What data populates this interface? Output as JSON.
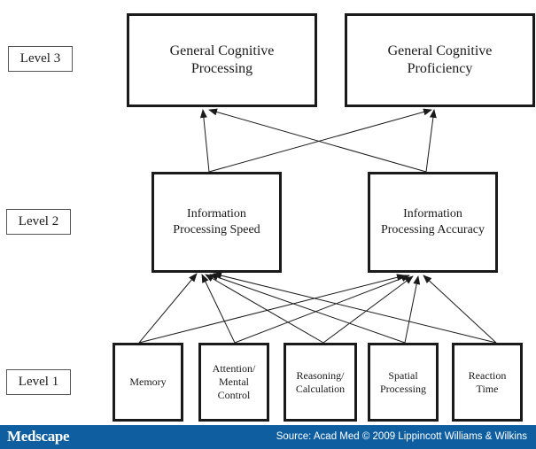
{
  "levels": {
    "level3": "Level 3",
    "level2": "Level 2",
    "level1": "Level 1"
  },
  "nodes": {
    "general_cognitive_processing": "General Cognitive\nProcessing",
    "general_cognitive_proficiency": "General Cognitive\nProficiency",
    "information_processing_speed": "Information\nProcessing Speed",
    "information_processing_accuracy": "Information\nProcessing Accuracy",
    "memory": "Memory",
    "attention_mental_control": "Attention/\nMental\nControl",
    "reasoning_calculation": "Reasoning/\nCalculation",
    "spatial_processing": "Spatial\nProcessing",
    "reaction_time": "Reaction\nTime"
  },
  "footer": {
    "logo": "Medscape",
    "source": "Source: Acad Med © 2009 Lippincott Williams & Wilkins"
  },
  "colors": {
    "footer_background": "#0f5fa0",
    "box_border": "#1a1a1a"
  }
}
